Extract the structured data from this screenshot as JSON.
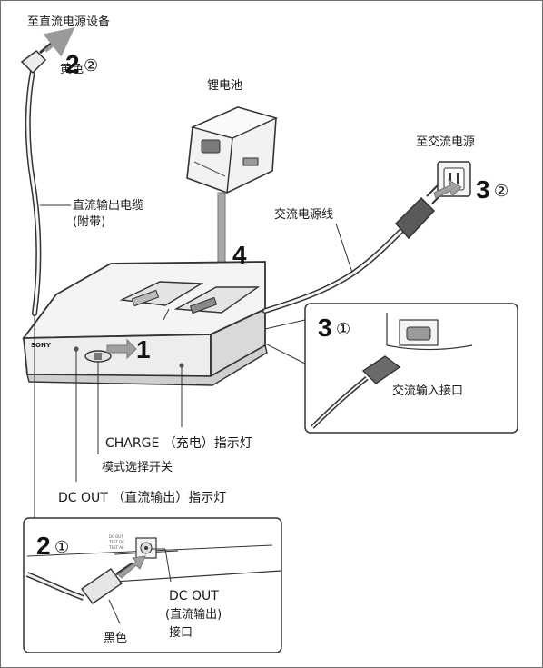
{
  "labels": {
    "dc_device": "至直流电源设备",
    "yellow": "黄色",
    "battery": "锂电池",
    "ac_source": "至交流电源",
    "ac_cord": "交流电源线",
    "dc_cable_line1": "直流输出电缆",
    "dc_cable_line2": "(附带)",
    "ac_input": "交流输入接口",
    "charge_indicator": "CHARGE （充电）指示灯",
    "mode_switch": "模式选择开关",
    "dc_out_indicator": "DC OUT （直流输出）指示灯",
    "dc_out_jack_line1": "DC OUT",
    "dc_out_jack_line2": "(直流输出)",
    "dc_out_jack_line3": "接口",
    "black": "黑色",
    "brand": "SONY",
    "panel_mode_1": "DC OUT",
    "panel_mode_2": "TEST DC",
    "panel_mode_3": "TEST AC"
  },
  "steps": {
    "s2b_num": "2",
    "s2b_sub": "②",
    "s3b_num": "3",
    "s3b_sub": "②",
    "s4_num": "4",
    "s3a_num": "3",
    "s3a_sub": "①",
    "s1_num": "1",
    "s2a_num": "2",
    "s2a_sub": "①"
  },
  "colors": {
    "line": "#333333",
    "body": "#f3f3f3",
    "shade": "#d6d6d6",
    "dark": "#8a8a8a",
    "arrow": "#9a9a9a"
  }
}
